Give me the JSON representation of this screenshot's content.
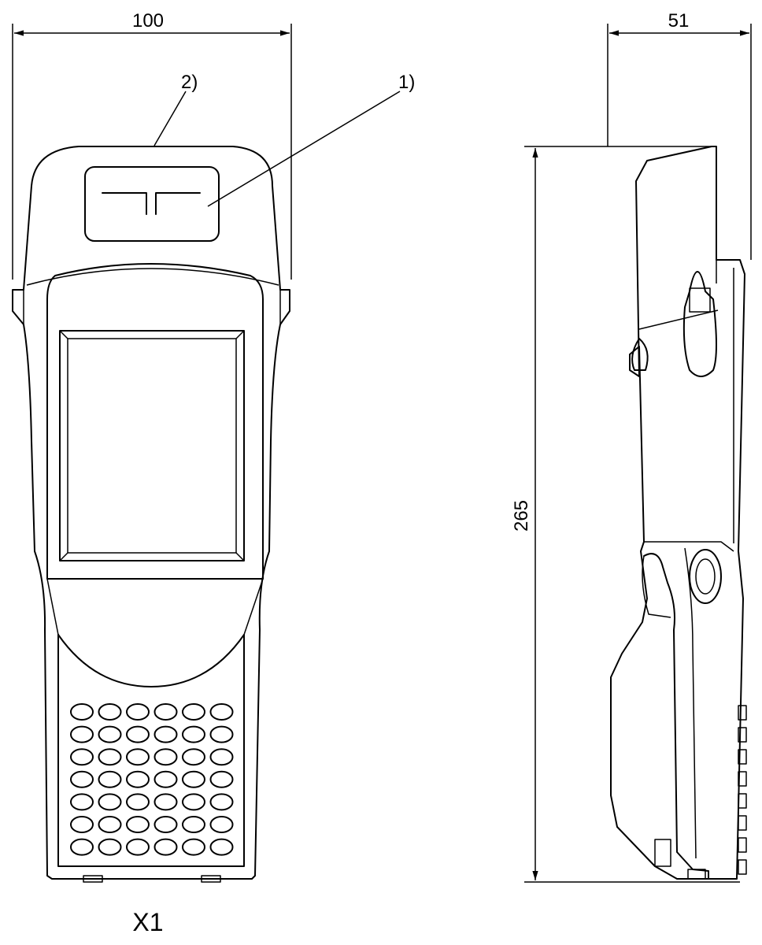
{
  "dimensions": {
    "width": "100",
    "depth": "51",
    "height": "265"
  },
  "callouts": {
    "c1": "1)",
    "c2": "2)"
  },
  "view_label": "X1",
  "keypad": {
    "rows": 7,
    "cols": 6
  }
}
